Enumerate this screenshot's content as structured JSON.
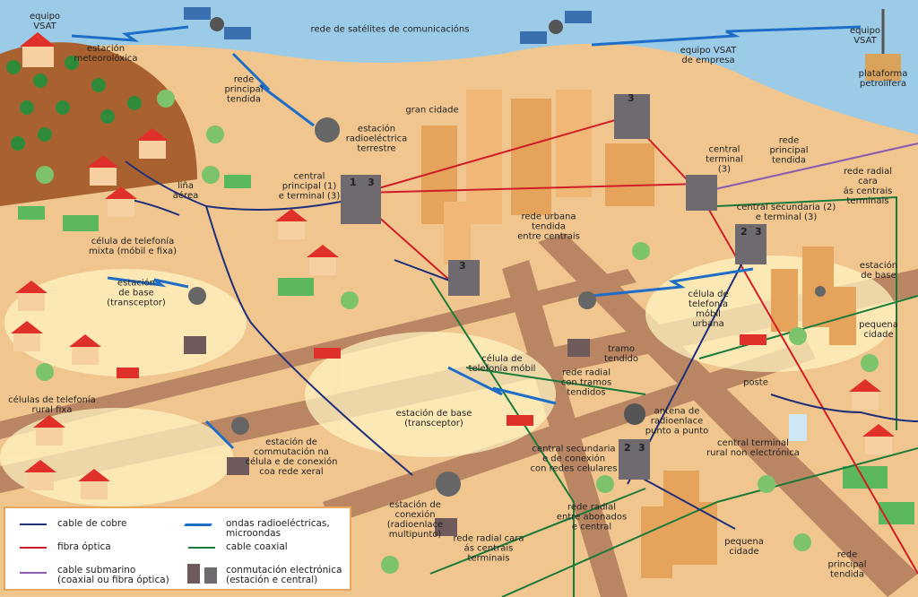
{
  "colors": {
    "copper": "#1f2f7a",
    "fiber": "#d01e26",
    "coax": "#1a7a3a",
    "submarine": "#8a5bb0",
    "radio": "#1e6ec8",
    "sea": "#9ccbe8",
    "ground": "#f0c58e",
    "road": "#b98563",
    "field": "#5cb85c",
    "roof": "#e0302a"
  },
  "labels": {
    "vsat_left": "equipo\nVSAT",
    "weather": "estación\nmeteorolóxica",
    "satnet": "rede de satélites de comunicacións",
    "main_net_1": "rede\nprincipal\ntendida",
    "vsat_company": "equipo VSAT\nde empresa",
    "vsat_right": "equipo\nVSAT",
    "oil": "plataforma\npetrolífera",
    "big_city": "gran cidade",
    "earth_station": "estación\nradioeléctrica\nterrestre",
    "central_main": "central\nprincipal (1)\ne terminal (3)",
    "aerial_line": "liña\naérea",
    "central_terminal": "central\nterminal\n(3)",
    "main_net_2": "rede\nprincipal\ntendida",
    "radial_terminals_1": "rede radial cara\nás centrais terminais",
    "central_secondary": "central secundaria (2)\ne terminal (3)",
    "urban_net": "rede urbana\ntendida\nentre centrais",
    "mixed_cell": "célula de telefonía\nmixta (móbil e fixa)",
    "base_station_1": "estación\nde base\n(transceptor)",
    "base_station_2": "estación\nde base",
    "urban_cell": "célula de\ntelefonía\nmóbil\nurbana",
    "small_town_1": "pequena\ncidade",
    "wired_section": "tramo\ntendido",
    "mobile_cell": "célula de\ntelefonía móbil",
    "radial_sections": "rede radial\ncon tramos\ntendidos",
    "pole": "poste",
    "rural_cells": "células de telefonía\nrural fixa",
    "base_station_3": "estación de base\n(transceptor)",
    "p2p_antenna": "antena de\nradioenlace\npunto a punto",
    "secondary_cellular": "central secundaria\ne de conexión\ncon redes celulares",
    "rural_central": "central terminal\nrural non electrónica",
    "switching_station": "estación de\ncommutación na\ncélula e de conexión\ncoa rede xeral",
    "connection_station": "estación de\nconexión\n(radioenlace\nmultipunto)",
    "radial_subscribers": "rede radial\nentre abonados\ne central",
    "radial_terminals_2": "rede radial cara\nás centrais\nterminais",
    "small_town_2": "pequena\ncidade",
    "main_net_3": "rede\nprincipal\ntendida"
  },
  "building_numbers": [
    "1",
    "3",
    "3",
    "3",
    "2",
    "3",
    "2",
    "3"
  ],
  "legend": {
    "copper": "cable de cobre",
    "fiber": "fibra óptica",
    "submarine": "cable submarino\n(coaxial ou fibra óptica)",
    "radio": "ondas radioeléctricas,\nmicroondas",
    "coax": "cable coaxial",
    "switching": "conmutación electrónica\n(estación e central)"
  }
}
